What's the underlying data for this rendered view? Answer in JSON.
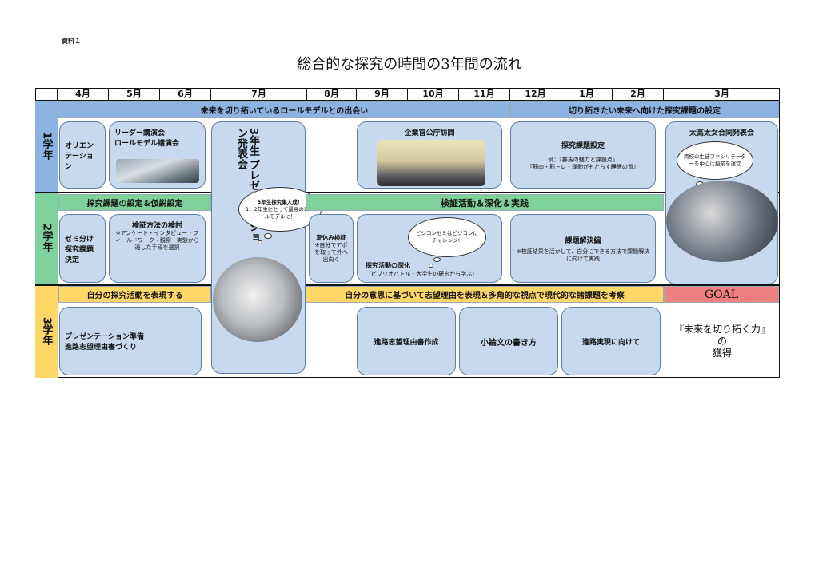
{
  "doc_label": "資料１",
  "title": "総合的な探究の時間の3年間の流れ",
  "months": [
    "4月",
    "5月",
    "6月",
    "7月",
    "8月",
    "9月",
    "10月",
    "11月",
    "12月",
    "1月",
    "2月",
    "3月"
  ],
  "years": [
    "1学年",
    "2学年",
    "3学年"
  ],
  "row1": {
    "band_left": "未来を切り拓いているロールモデルとの出会い",
    "band_right": "切り拓きたい未来へ向けた探究課題の設定",
    "orientation": "オリエンテーション",
    "leader_title1": "リーダー講演会",
    "leader_title2": "ロールモデル講演会",
    "company_visit": "企業官公庁訪問",
    "kadai_title": "探究課題設定",
    "kadai_sub1": "例：『群馬の魅力と課題点』",
    "kadai_sub2": "『筋肉・筋トレ・運動がもたらす睡眠の質』",
    "joint_title": "太高太女合同発表会",
    "joint_cloud": "両校の生徒ファシリテーターを中心に授業を運営"
  },
  "present": {
    "vertical1": "3年生",
    "vertical2": "プレゼンテーション発表会",
    "cloud_title": "3年生探究集大成！",
    "cloud_body": "1、2年生にとって最高のロールモデルに！"
  },
  "row2": {
    "band_left": "探究課題の設定＆仮説設定",
    "band_right": "検証活動＆深化＆実践",
    "seminar": "ゼミ分け探究課題決定",
    "method_title": "検証方法の検討",
    "method_sub": "※アンケート・インタビュー・フィールドワーク・観察・実験から適した手段を選択",
    "summer_title": "夏休み検証",
    "summer_sub": "※自分でアポを取って外へ出向く",
    "deepen_title": "探究活動の深化",
    "deepen_sub": "（ビブリオバトル・大学生の研究から学ぶ）",
    "biz_cloud": "ビジコンゼミはビジコンにチャレンジ!!",
    "solve_title": "課題解決編",
    "solve_sub": "※検証結果を活かして、自分にできる方法で課題解決に向けて実践"
  },
  "row3": {
    "band_left": "自分の探究活動を表現する",
    "band_mid": "自分の意思に基づいて志望理由を表現＆多角的な視点で現代的な諸課題を考察",
    "goal": "GOAL",
    "prep1": "プレゼンテーション準備",
    "prep2": "進路志望理由書づくり",
    "reason": "進路志望理由書作成",
    "essay": "小論文の書き方",
    "career": "進路実現に向けて",
    "mirai1": "『未来を切り拓く力』",
    "mirai2": "の",
    "mirai3": "獲得"
  },
  "colors": {
    "blue": "#8db3e2",
    "green": "#7ed19b",
    "yellow": "#ffd766",
    "goal": "#f08080",
    "box": "#c6d9ef"
  }
}
